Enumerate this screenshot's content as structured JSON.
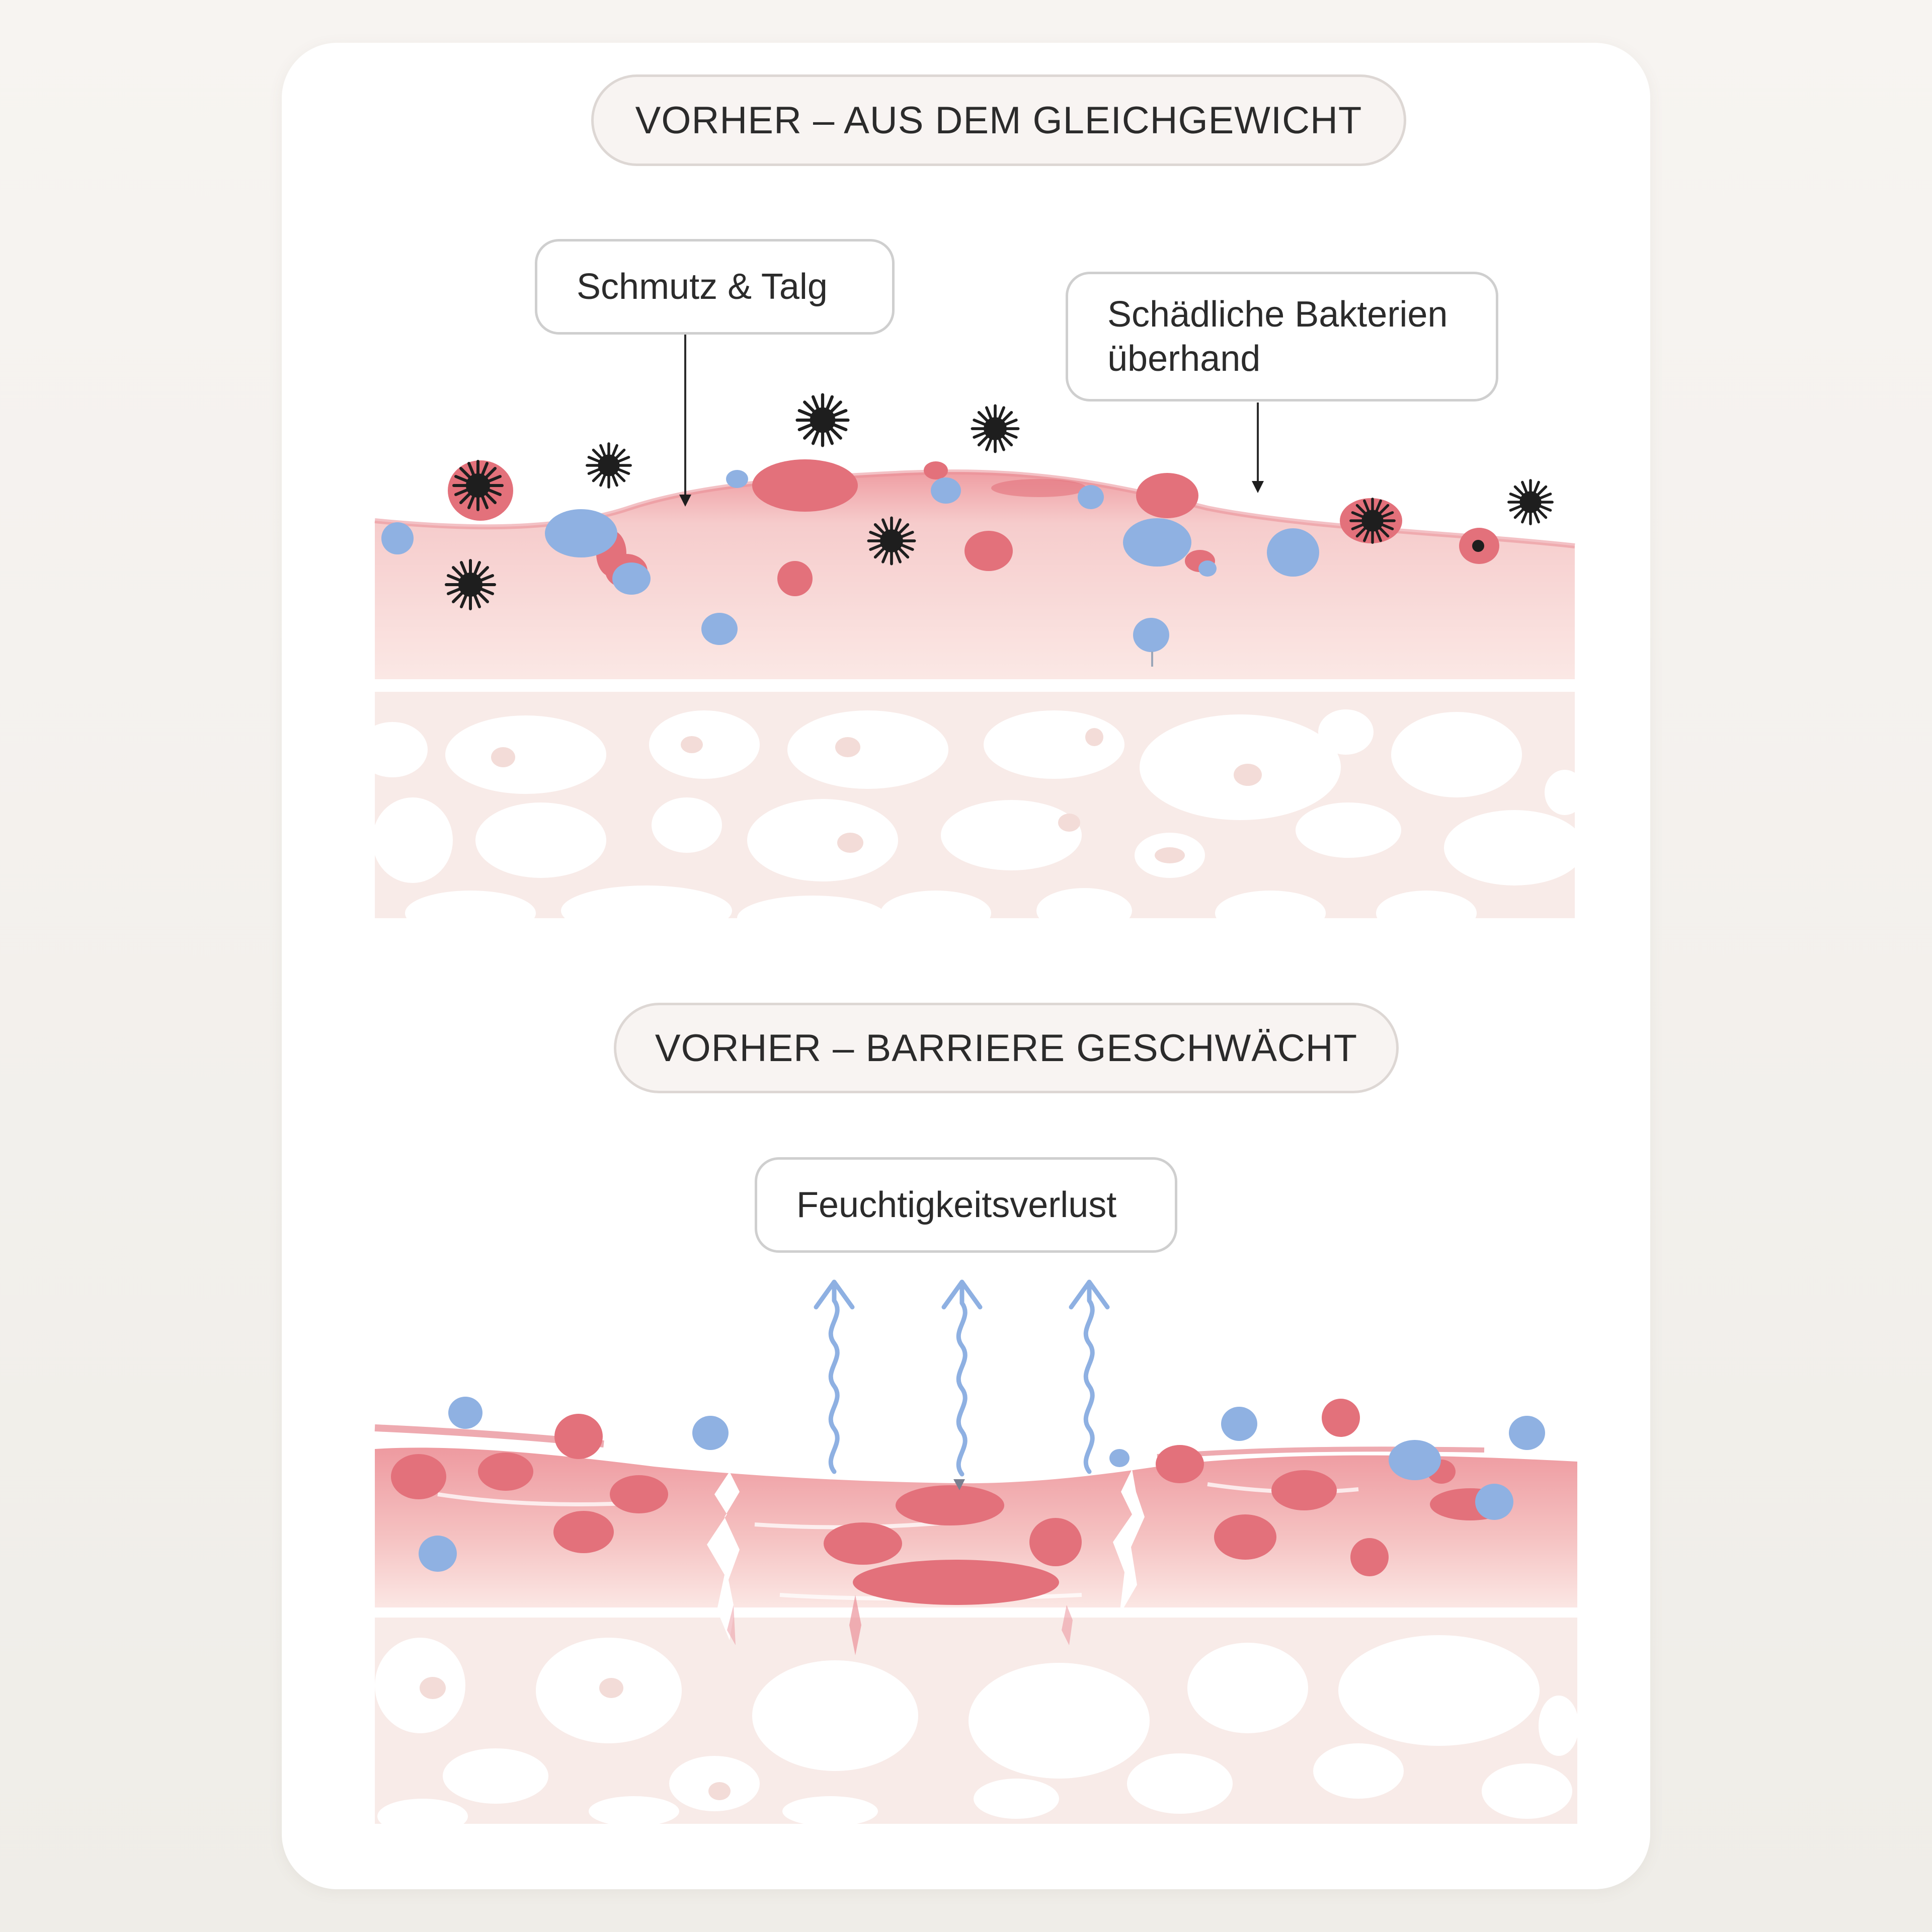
{
  "panel_top": {
    "title": "VORHER – AUS DEM GLEICHGEWICHT",
    "callout_dirt": "Schmutz & Talg",
    "callout_bacteria_line1": "Schädliche Bakterien",
    "callout_bacteria_line2": "überhand"
  },
  "panel_bottom": {
    "title": "VORHER – BARRIERE GESCHWÄCHT",
    "callout_moisture": "Feuchtigkeitsverlust"
  },
  "colors": {
    "skin_pink": "#f2c3c3",
    "red_cell": "#e3717b",
    "blue_cell": "#8fb1e2",
    "bacteria": "#1e1e1e",
    "moisture_arrow": "#8eb0e2"
  }
}
